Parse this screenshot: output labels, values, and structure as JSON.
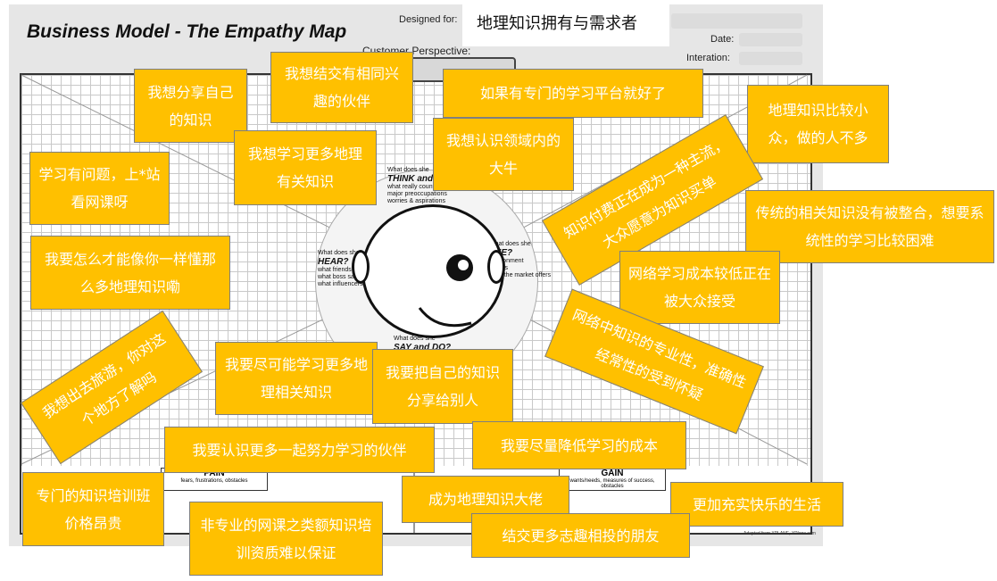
{
  "header": {
    "title": "Business Model - The Empathy Map",
    "designed_for_label": "Designed for:",
    "designed_for_value": "地理知识拥有与需求者",
    "date_label": "Date:",
    "iteration_label": "Interation:",
    "customer_perspective": "Customer Perspective:"
  },
  "map": {
    "think": {
      "question": "What does she",
      "title": "THINK and FEEL?",
      "desc": "what really counts\nmajor preoccupations\nworries & aspirations"
    },
    "hear": {
      "question": "What does she",
      "title": "HEAR?",
      "desc": "what friends say\nwhat boss says\nwhat influencers say"
    },
    "see": {
      "question": "What does she",
      "title": "SEE?",
      "desc": "environment\nfriends\nwhat the market offers"
    },
    "say": {
      "question": "What does she",
      "title": "SAY and DO?",
      "desc": ""
    },
    "pain": {
      "title": "PAIN",
      "desc": "fears, frustrations, obstacles"
    },
    "gain": {
      "title": "GAIN",
      "desc": "wants/needs, measures of success, obstacles"
    },
    "credit": "Adapted from XPLANE, XPlane.com"
  },
  "notes": [
    {
      "id": "n1",
      "text": "我想分享自己的知识"
    },
    {
      "id": "n2",
      "text": "我想结交有相同兴趣的伙伴"
    },
    {
      "id": "n3",
      "text": "如果有专门的学习平台就好了"
    },
    {
      "id": "n4",
      "text": "地理知识比较小众，做的人不多"
    },
    {
      "id": "n5",
      "text": "我想学习更多地理有关知识"
    },
    {
      "id": "n6",
      "text": "我想认识领域内的大牛"
    },
    {
      "id": "n7",
      "text": "学习有问题，上*站看网课呀"
    },
    {
      "id": "n8",
      "text": "知识付费正在成为一种主流，大众愿意为知识买单"
    },
    {
      "id": "n9",
      "text": "传统的相关知识没有被整合，想要系统性的学习比较困难"
    },
    {
      "id": "n10",
      "text": "我要怎么才能像你一样懂那么多地理知识嘞"
    },
    {
      "id": "n11",
      "text": "网络学习成本较低正在被大众接受"
    },
    {
      "id": "n12",
      "text": "网络中知识的专业性，准确性经常性的受到怀疑"
    },
    {
      "id": "n13",
      "text": "我想出去旅游，你对这个地方了解吗"
    },
    {
      "id": "n14",
      "text": "我要尽可能学习更多地理相关知识"
    },
    {
      "id": "n15",
      "text": "我要把自己的知识分享给别人"
    },
    {
      "id": "n16",
      "text": "我要尽量降低学习的成本"
    },
    {
      "id": "n17",
      "text": "我要认识更多一起努力学习的伙伴"
    },
    {
      "id": "n18",
      "text": "专门的知识培训班价格昂贵"
    },
    {
      "id": "n19",
      "text": "成为地理知识大佬"
    },
    {
      "id": "n20",
      "text": "非专业的网课之类额知识培训资质难以保证"
    },
    {
      "id": "n21",
      "text": "更加充实快乐的生活"
    },
    {
      "id": "n22",
      "text": "结交更多志趣相投的朋友"
    }
  ],
  "colors": {
    "note_fill": "#ffc000",
    "note_text": "#ffffff"
  }
}
